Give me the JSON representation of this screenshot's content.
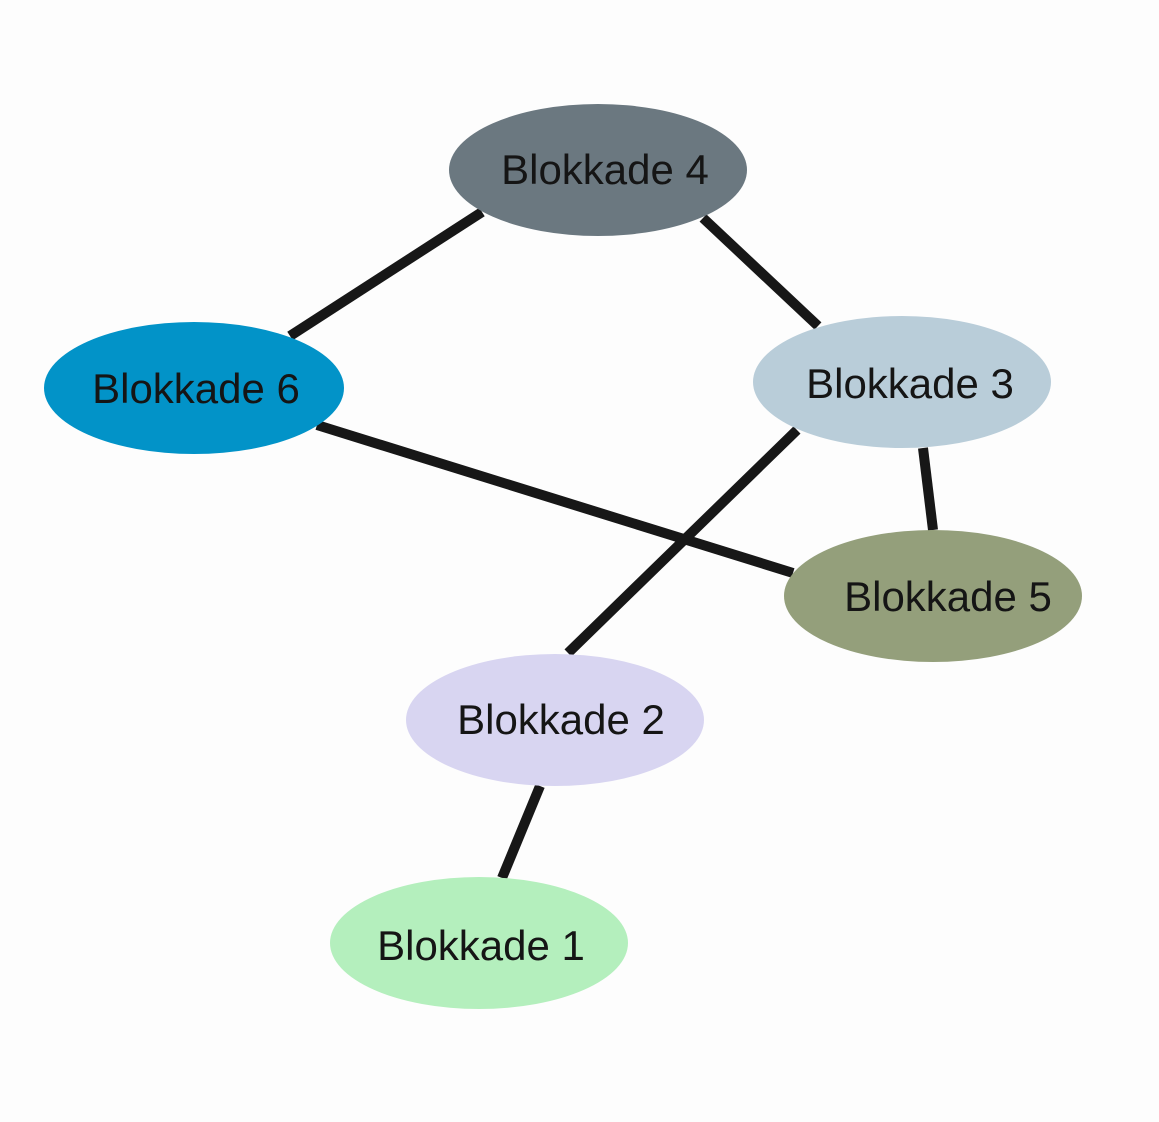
{
  "diagram": {
    "type": "undirected-graph",
    "edge_color": "#171717",
    "nodes": [
      {
        "id": "b4",
        "label": "Blokkade 4",
        "color": "#6b7880"
      },
      {
        "id": "b6",
        "label": "Blokkade 6",
        "color": "#0293c8"
      },
      {
        "id": "b3",
        "label": "Blokkade 3",
        "color": "#b9cdd9"
      },
      {
        "id": "b5",
        "label": "Blokkade 5",
        "color": "#949f7b"
      },
      {
        "id": "b2",
        "label": "Blokkade 2",
        "color": "#d8d5f1"
      },
      {
        "id": "b1",
        "label": "Blokkade 1",
        "color": "#b4efbd"
      }
    ],
    "edges": [
      {
        "from": "b4",
        "to": "b6"
      },
      {
        "from": "b4",
        "to": "b3"
      },
      {
        "from": "b6",
        "to": "b5"
      },
      {
        "from": "b3",
        "to": "b5"
      },
      {
        "from": "b3",
        "to": "b2"
      },
      {
        "from": "b2",
        "to": "b1"
      }
    ]
  }
}
